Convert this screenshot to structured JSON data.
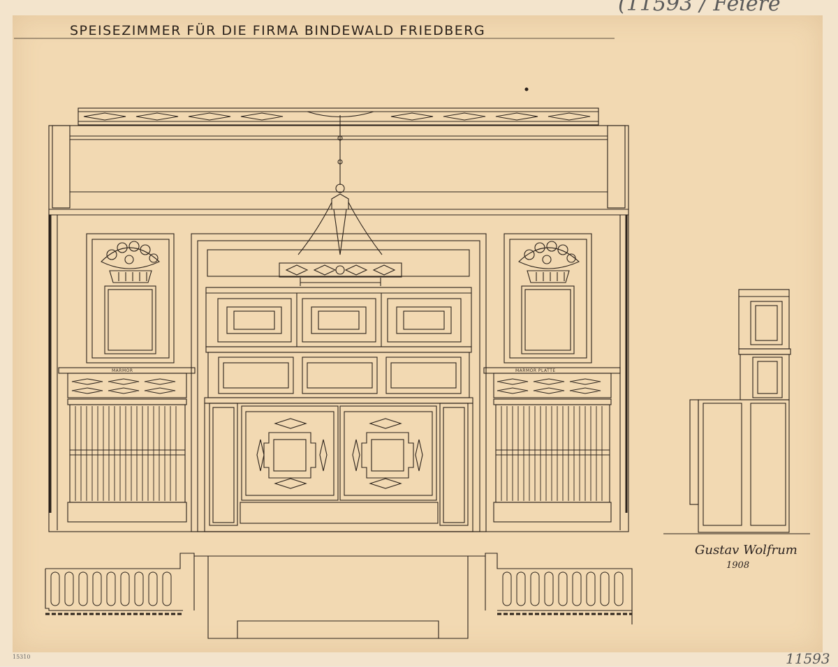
{
  "drawing": {
    "title": "SPEISEZIMMER FÜR DIE FIRMA BINDEWALD FRIEDBERG",
    "top_mark": "(11593 / Feiere",
    "inventory_number": "11593",
    "corner_number": "15310",
    "left_panel_label": "MARMOR",
    "right_panel_label": "MARMOR PLATTE",
    "signature": "Gustav Wolfrum",
    "signature_year": "1908"
  },
  "colors": {
    "paper": "#f2d9b2",
    "ink": "#2a211a",
    "border": "#f3e4cc"
  }
}
